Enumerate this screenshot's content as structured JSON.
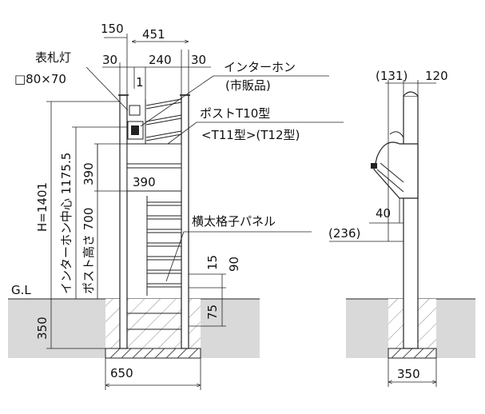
{
  "front_view": {
    "dim_top_150": "150",
    "dim_top_451": "451",
    "dim_30_left": "30",
    "dim_240": "240",
    "dim_30_right": "30",
    "nameplate_light_label": "表札灯",
    "nameplate_light_size": "□80×70",
    "dim_1": "1",
    "intercom_label": "インターホン",
    "intercom_note": "(市販品)",
    "post_t10_label": "ポストT10型",
    "post_variants_label": "<T11型>(T12型)",
    "dim_390_vertical": "390",
    "dim_390_horizontal": "390",
    "height_label": "H=1401",
    "intercom_center_label": "インターホン中心 1175.5",
    "post_height_label": "ポスト高さ 700",
    "lattice_panel_label": "横太格子パネル",
    "dim_15": "15",
    "dim_90": "90",
    "dim_75": "75",
    "dim_350_depth": "350",
    "dim_650": "650",
    "gl_label": "G.L"
  },
  "side_view": {
    "dim_131": "(131)",
    "dim_120": "120",
    "dim_40": "40",
    "dim_236": "(236)",
    "dim_350_base": "350"
  }
}
